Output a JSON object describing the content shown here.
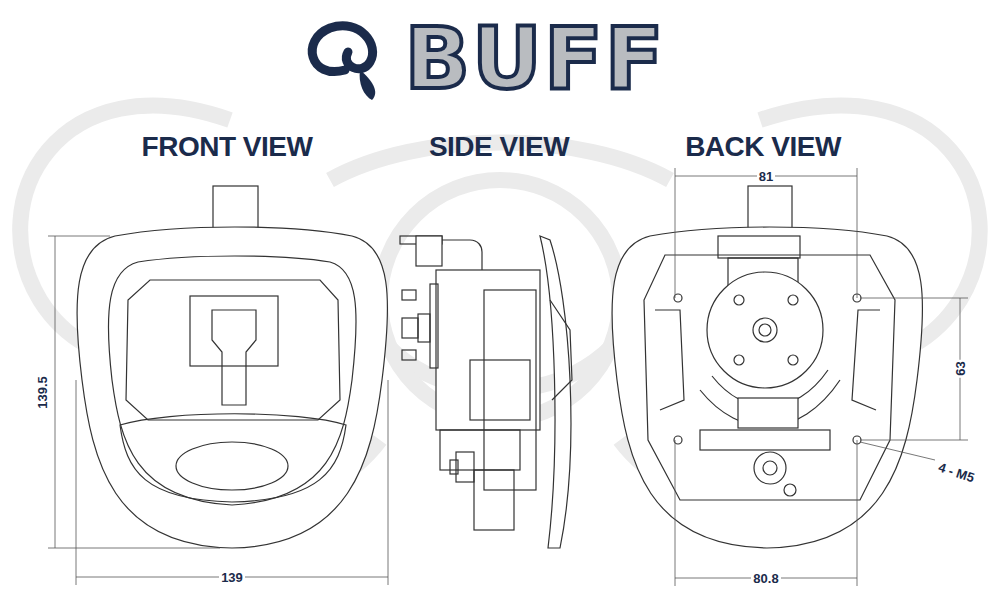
{
  "diagram": {
    "title": "BUFF",
    "labels": [
      "FRONT VIEW",
      "SIDE VIEW",
      "BACK VIEW",
      "139.5",
      "139",
      "81",
      "63",
      "4 - M5",
      "80.8"
    ]
  }
}
